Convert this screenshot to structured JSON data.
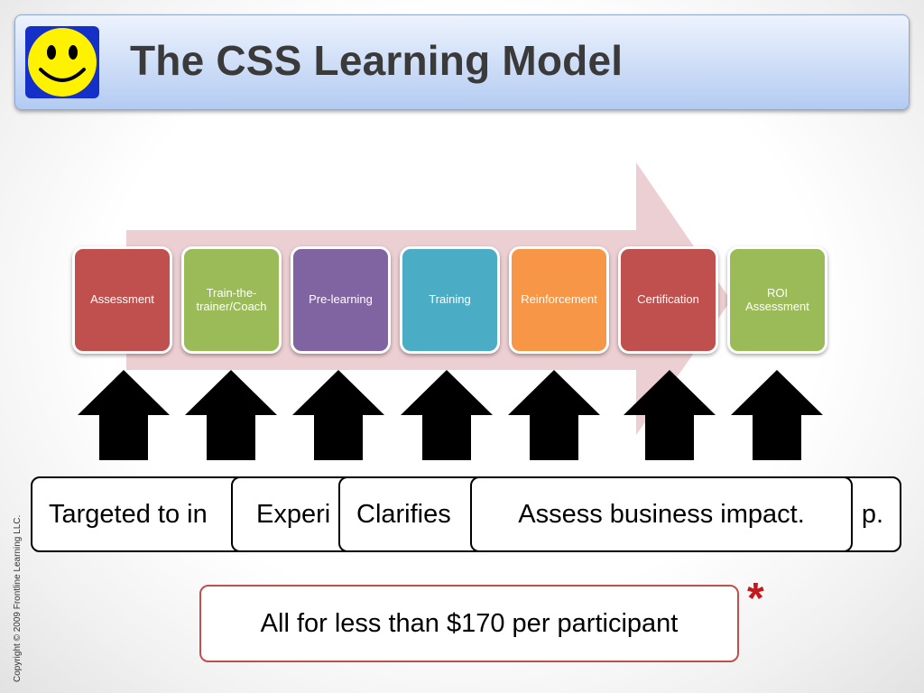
{
  "slide": {
    "title": "The CSS Learning Model",
    "logo_icon": "smiley-face-icon",
    "copyright": "Copyright © 2009 Frontline Learning LLC."
  },
  "process_arrow": {
    "icon": "right-arrow-icon",
    "color": "#eccfd2"
  },
  "steps": [
    {
      "label": "Assessment",
      "color": "#c0504d"
    },
    {
      "label": "Train-the-trainer/Coach",
      "color": "#9bbb59"
    },
    {
      "label": "Pre-learning",
      "color": "#8064a2"
    },
    {
      "label": "Training",
      "color": "#4bacc6"
    },
    {
      "label": "Reinforcement",
      "color": "#f79646"
    },
    {
      "label": "Certification",
      "color": "#c0504d"
    },
    {
      "label": "ROI Assessment",
      "color": "#9bbb59"
    }
  ],
  "up_arrows": {
    "count": 7,
    "icon": "up-arrow-icon",
    "color": "#000000"
  },
  "callouts": [
    {
      "visible_text": "Targeted to in"
    },
    {
      "visible_text": "Experi"
    },
    {
      "visible_text": "Clarifies"
    },
    {
      "visible_text": "Assess business impact."
    },
    {
      "visible_text": "p."
    }
  ],
  "price_note": {
    "text": "All for less than $170 per participant",
    "asterisk": "*",
    "border_color": "#c0504d",
    "asterisk_color": "#c0191f"
  }
}
